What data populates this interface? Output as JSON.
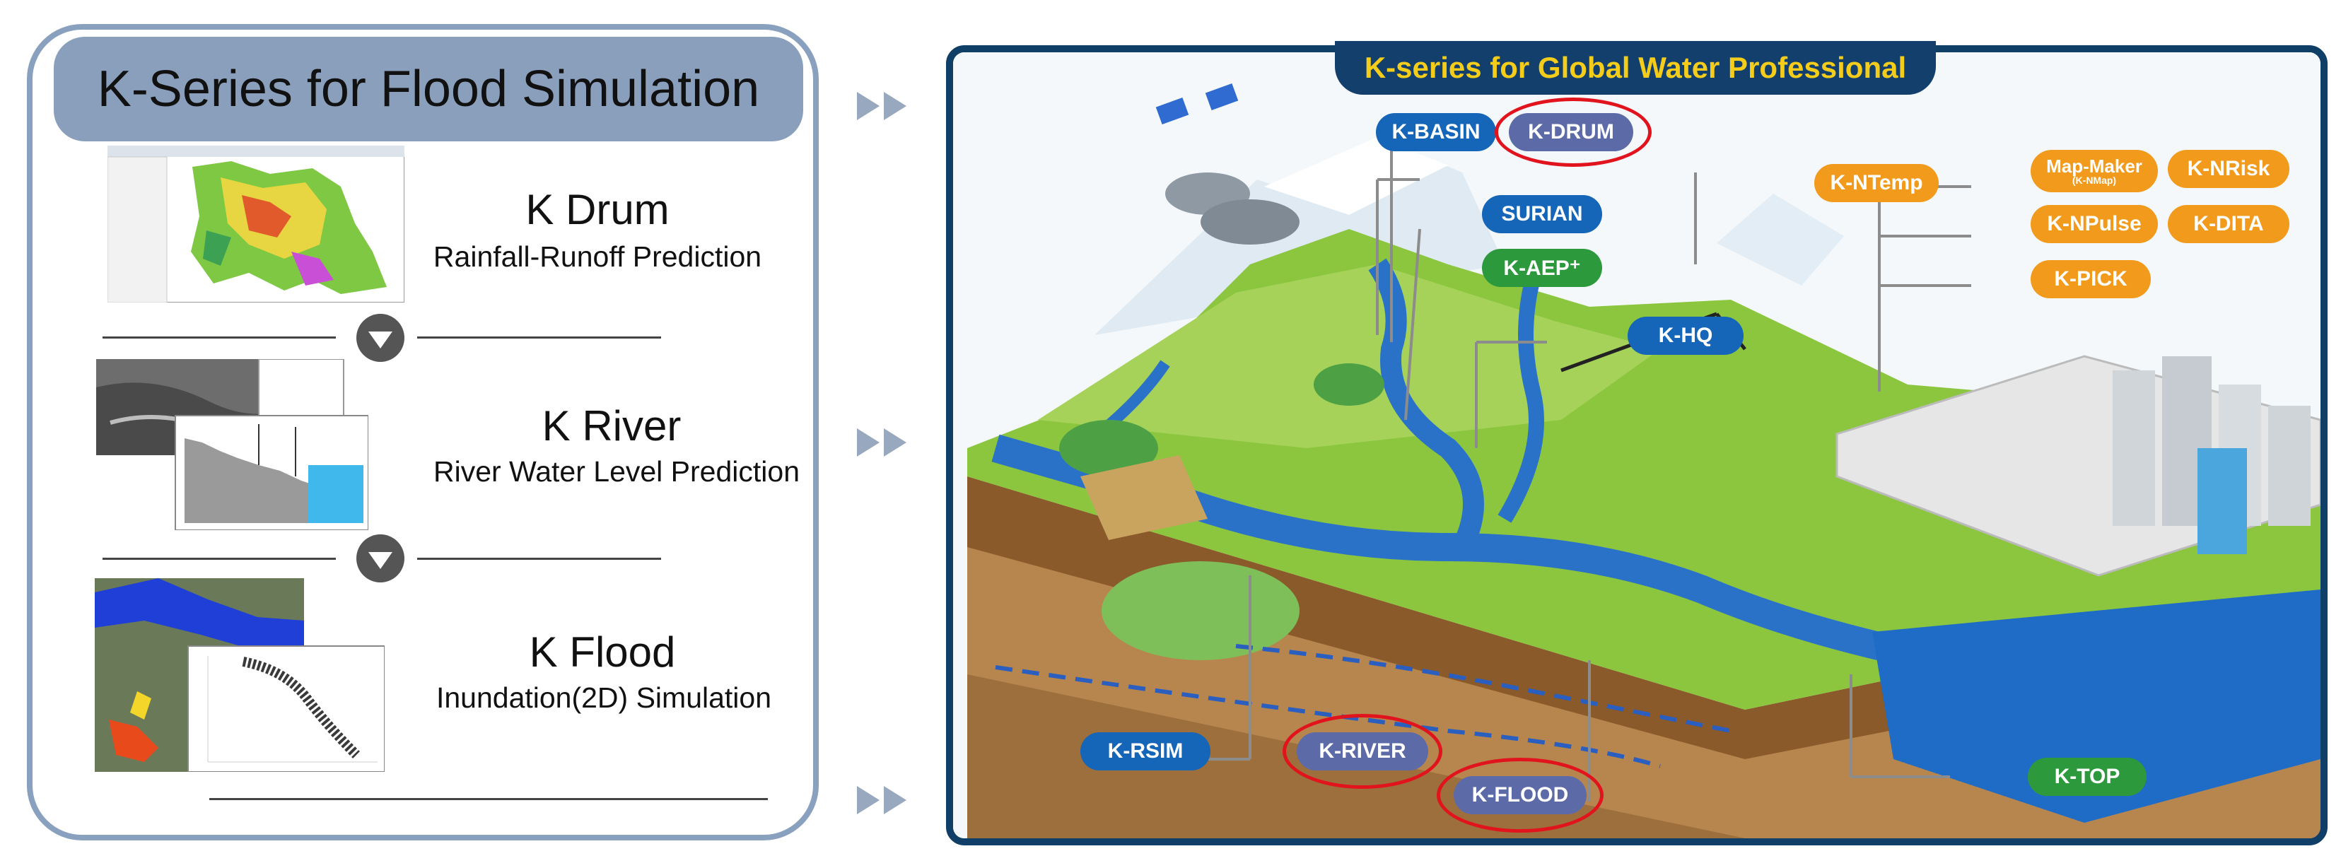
{
  "left": {
    "title": "K-Series for Flood Simulation",
    "items": [
      {
        "title": "K Drum",
        "subtitle": "Rainfall-Runoff Prediction"
      },
      {
        "title": "K River",
        "subtitle": "River Water Level Prediction"
      },
      {
        "title": "K Flood",
        "subtitle": "Inundation(2D) Simulation"
      }
    ]
  },
  "right": {
    "title": "K-series for Global  Water Professional",
    "labels": {
      "basin": "K-BASIN",
      "drum": "K-DRUM",
      "surian": "SURIAN",
      "aep": "K-AEP⁺",
      "hq": "K-HQ",
      "ntemp": "K-NTemp",
      "mapmaker": "Map-Maker",
      "mapmaker_sub": "(K-NMap)",
      "nrisk": "K-NRisk",
      "npulse": "K-NPulse",
      "dita": "K-DITA",
      "pick": "K-PICK",
      "rsim": "K-RSIM",
      "river": "K-RIVER",
      "flood": "K-FLOOD",
      "top": "K-TOP"
    }
  },
  "colors": {
    "panel_border": "#8aa0bf",
    "title_fill": "#8a9fbc",
    "navy": "#0f3e66",
    "tab_text": "#f4cc1a",
    "blue_pill": "#1565b8",
    "green_pill": "#2c9a3c",
    "orange_pill": "#f29a1b",
    "highlight_ring": "#e1141d"
  }
}
